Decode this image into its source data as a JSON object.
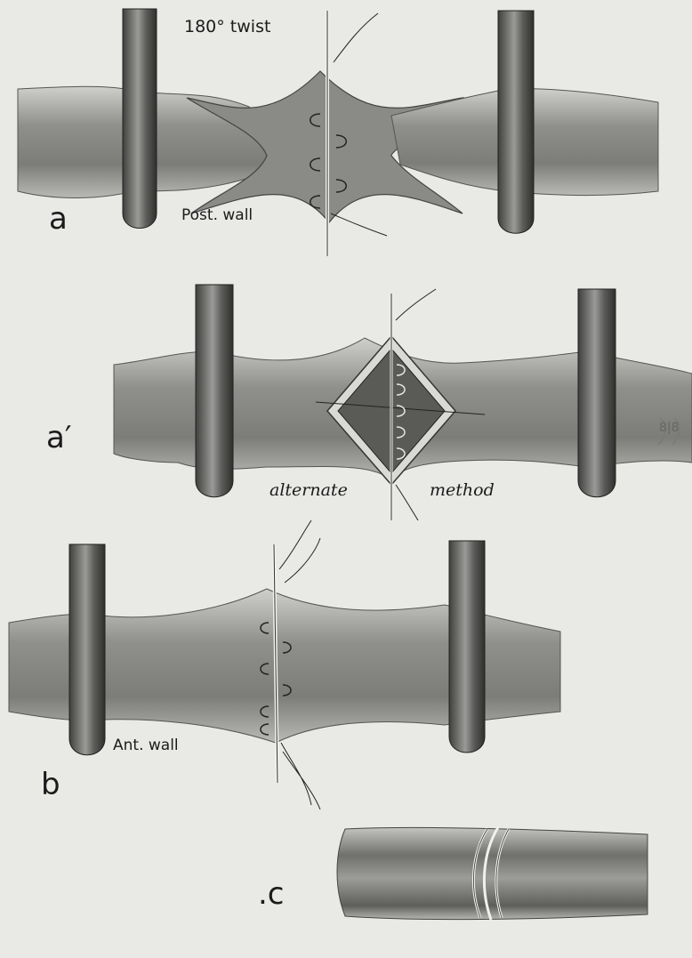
{
  "figure": {
    "panels": [
      {
        "id": "a",
        "letter": "a",
        "note": "Post. wall"
      },
      {
        "id": "a_prime",
        "letter": "a′",
        "note_left": "alternate",
        "note_right": "method"
      },
      {
        "id": "b",
        "letter": "b",
        "note": "Ant. wall"
      },
      {
        "id": "c",
        "letter": ".c"
      }
    ],
    "top_note": "180° twist",
    "margin_scribble": "8|8"
  },
  "colors": {
    "background": "#e9e9e6",
    "vessel": "#8f8f8c",
    "clamp": "#6d6d6a",
    "ink": "#1b1b1b"
  }
}
